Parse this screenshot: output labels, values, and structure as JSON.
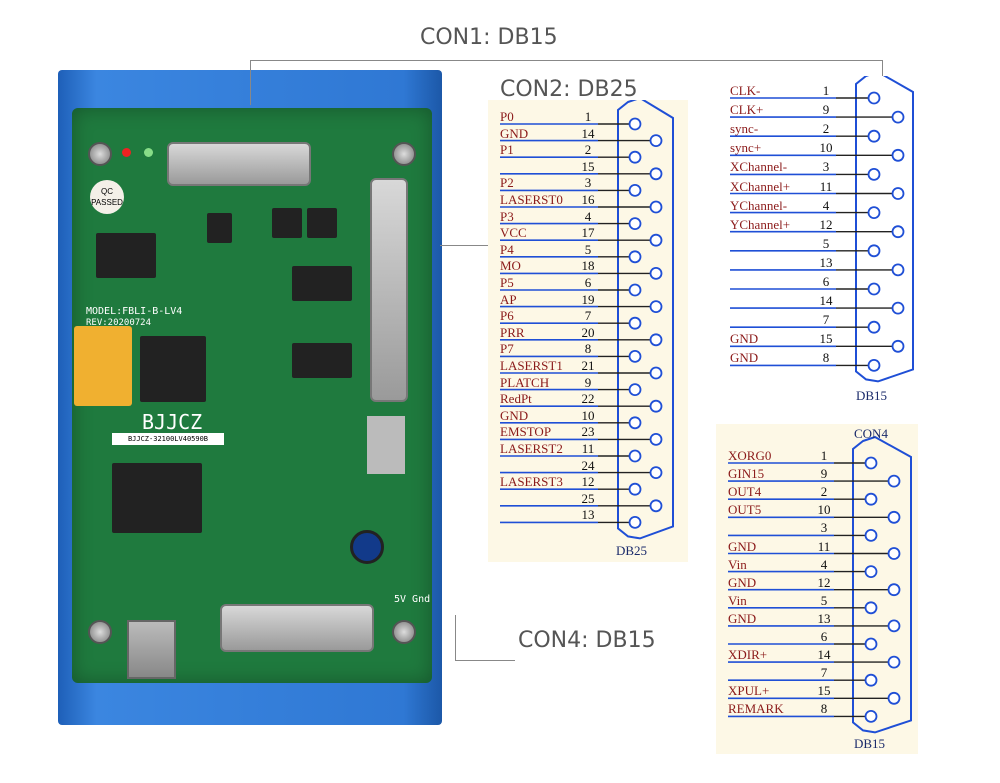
{
  "callouts": {
    "con1": "CON1: DB15",
    "con2": "CON2: DB25",
    "con4": "CON4: DB15"
  },
  "board": {
    "brand": "BJJCZ",
    "model": "MODEL:FBLI-B-LV4",
    "rev": "REV:20200724",
    "qc": "QC PASSED",
    "serial": "BJJCZ-32100LV40590B",
    "power_label": "5V Gnd"
  },
  "colors": {
    "label": "#8b1a1a",
    "connector": "#1f4fd6",
    "pcb": "#1f7a3e",
    "housing": "#2f78d4"
  },
  "con2": {
    "caption": "DB25",
    "pins": [
      {
        "label": "P0",
        "num": "1"
      },
      {
        "label": "GND",
        "num": "14"
      },
      {
        "label": "P1",
        "num": "2"
      },
      {
        "label": "",
        "num": "15"
      },
      {
        "label": "P2",
        "num": "3"
      },
      {
        "label": "LASERST0",
        "num": "16"
      },
      {
        "label": "P3",
        "num": "4"
      },
      {
        "label": "VCC",
        "num": "17"
      },
      {
        "label": "P4",
        "num": "5"
      },
      {
        "label": "MO",
        "num": "18"
      },
      {
        "label": "P5",
        "num": "6"
      },
      {
        "label": "AP",
        "num": "19"
      },
      {
        "label": "P6",
        "num": "7"
      },
      {
        "label": "PRR",
        "num": "20"
      },
      {
        "label": "P7",
        "num": "8"
      },
      {
        "label": "LASERST1",
        "num": "21"
      },
      {
        "label": "PLATCH",
        "num": "9"
      },
      {
        "label": "RedPt",
        "num": "22"
      },
      {
        "label": "GND",
        "num": "10"
      },
      {
        "label": "EMSTOP",
        "num": "23"
      },
      {
        "label": "LASERST2",
        "num": "11"
      },
      {
        "label": "",
        "num": "24"
      },
      {
        "label": "LASERST3",
        "num": "12"
      },
      {
        "label": "",
        "num": "25"
      },
      {
        "label": "",
        "num": "13"
      }
    ]
  },
  "con1": {
    "caption": "DB15",
    "pins": [
      {
        "label": "CLK-",
        "num": "1"
      },
      {
        "label": "CLK+",
        "num": "9"
      },
      {
        "label": "sync-",
        "num": "2"
      },
      {
        "label": "sync+",
        "num": "10"
      },
      {
        "label": "XChannel-",
        "num": "3"
      },
      {
        "label": "XChannel+",
        "num": "11"
      },
      {
        "label": "YChannel-",
        "num": "4"
      },
      {
        "label": "YChannel+",
        "num": "12"
      },
      {
        "label": "",
        "num": "5"
      },
      {
        "label": "",
        "num": "13"
      },
      {
        "label": "",
        "num": "6"
      },
      {
        "label": "",
        "num": "14"
      },
      {
        "label": "",
        "num": "7"
      },
      {
        "label": "GND",
        "num": "15"
      },
      {
        "label": "GND",
        "num": "8"
      }
    ]
  },
  "con4": {
    "title": "CON4",
    "caption": "DB15",
    "pins": [
      {
        "label": "XORG0",
        "num": "1"
      },
      {
        "label": "GIN15",
        "num": "9"
      },
      {
        "label": "OUT4",
        "num": "2"
      },
      {
        "label": "OUT5",
        "num": "10"
      },
      {
        "label": "",
        "num": "3"
      },
      {
        "label": "GND",
        "num": "11"
      },
      {
        "label": "Vin",
        "num": "4"
      },
      {
        "label": "GND",
        "num": "12"
      },
      {
        "label": "Vin",
        "num": "5"
      },
      {
        "label": "GND",
        "num": "13"
      },
      {
        "label": "",
        "num": "6"
      },
      {
        "label": "XDIR+",
        "num": "14"
      },
      {
        "label": "",
        "num": "7"
      },
      {
        "label": "XPUL+",
        "num": "15"
      },
      {
        "label": "REMARK",
        "num": "8"
      }
    ]
  }
}
